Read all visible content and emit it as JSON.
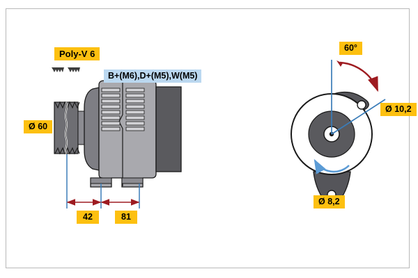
{
  "diagram": {
    "title": "Bosch alternator dimensional drawing",
    "border_color": "#b9b9b9",
    "background": "#ffffff"
  },
  "colors": {
    "label_yellow": "#FDC010",
    "label_blue": "#BBD8F0",
    "dimension_red": "#9E1B20",
    "centerline_blue": "#3A7CB8",
    "rotation_arrow_blue": "#5B9BD5",
    "body_light_gray": "#A9A9AE",
    "body_mid_gray": "#8C8C92",
    "body_dark_gray": "#5A5A5E",
    "outline_black": "#1A1A1A"
  },
  "left_view": {
    "name": "side-elevation",
    "labels": {
      "belt_type": "Poly-V 6",
      "terminals": "B+(M6),D+(M5),W(M5)",
      "pulley_diameter": "Ø 60",
      "dimension_a": "42",
      "dimension_b": "81"
    },
    "icons": {
      "belt_profile": "poly-v-belt-profile-icon"
    }
  },
  "right_view": {
    "name": "end-elevation",
    "labels": {
      "mounting_angle": "60°",
      "upper_hole_diameter": "Ø 10,2",
      "lower_hole_diameter": "Ø 8,2"
    },
    "icons": {
      "rotation_direction": "rotation-arrow-counterclockwise-icon",
      "angle_arc": "angle-arc-arrow-icon"
    }
  }
}
